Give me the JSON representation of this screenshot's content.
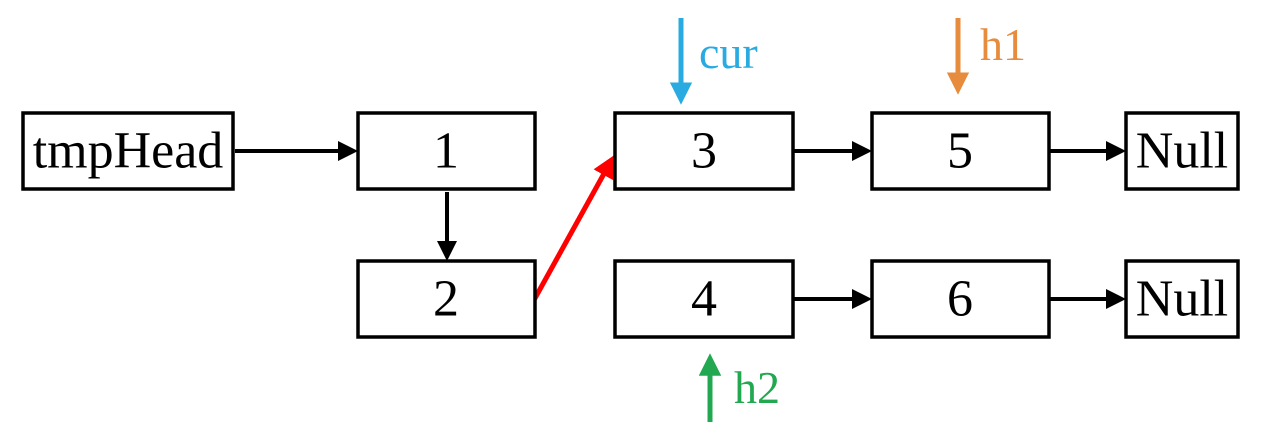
{
  "colors": {
    "black": "#000000",
    "red": "#FE0000"
  },
  "nodes": {
    "tmphead": {
      "label": "tmpHead"
    },
    "node1": {
      "label": "1"
    },
    "node2": {
      "label": "2"
    },
    "node3": {
      "label": "3"
    },
    "node4": {
      "label": "4"
    },
    "node5": {
      "label": "5"
    },
    "node6": {
      "label": "6"
    },
    "null_top": {
      "label": "Null"
    },
    "null_bottom": {
      "label": "Null"
    }
  },
  "pointers": {
    "cur": {
      "label": "cur",
      "color": "#29ABE2",
      "direction": "down",
      "points_to": "3"
    },
    "h1": {
      "label": "h1",
      "color": "#E78B3D",
      "direction": "down",
      "points_to": "5"
    },
    "h2": {
      "label": "h2",
      "color": "#22A851",
      "direction": "up",
      "points_to": "4"
    }
  },
  "edges": [
    {
      "from": "tmpHead",
      "to": "1",
      "color": "#000000"
    },
    {
      "from": "1",
      "to": "2",
      "color": "#000000"
    },
    {
      "from": "2",
      "to": "3",
      "color": "#FE0000"
    },
    {
      "from": "3",
      "to": "5",
      "color": "#000000"
    },
    {
      "from": "5",
      "to": "Null",
      "color": "#000000"
    },
    {
      "from": "4",
      "to": "6",
      "color": "#000000"
    },
    {
      "from": "6",
      "to": "Null",
      "color": "#000000"
    }
  ]
}
